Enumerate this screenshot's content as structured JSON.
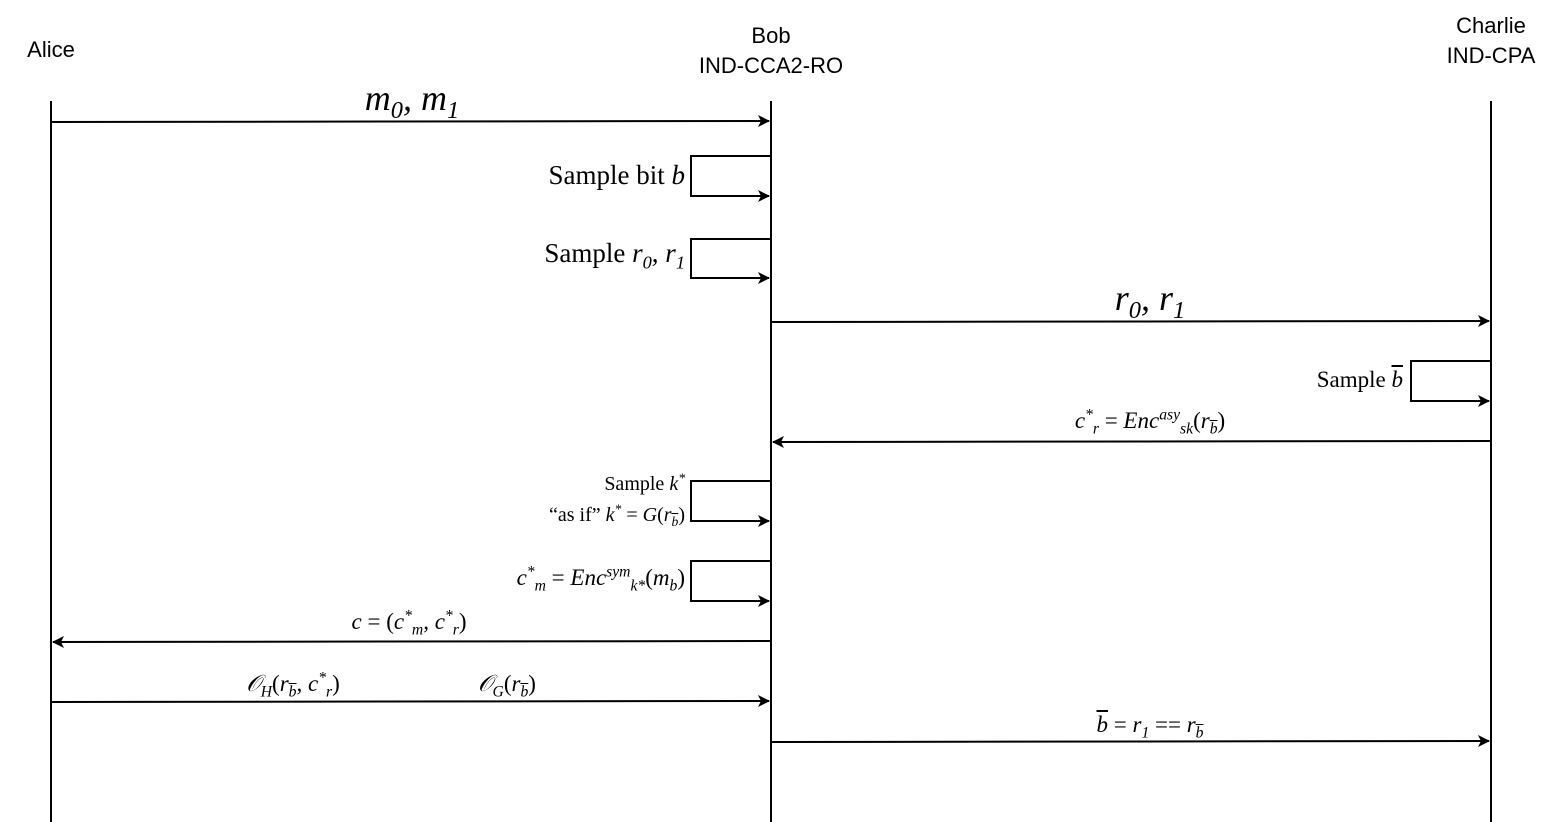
{
  "participants": {
    "alice": {
      "name": "Alice",
      "role": ""
    },
    "bob": {
      "name": "Bob",
      "role": "IND-CCA2-RO"
    },
    "charlie": {
      "name": "Charlie",
      "role": "IND-CPA"
    }
  },
  "messages": {
    "m_send": "m0, m1",
    "bob_sample_bit": "Sample bit b",
    "bob_sample_r": "Sample r0, r1",
    "r_send": "r0, r1",
    "charlie_sample": "Sample b̄",
    "cr_return": "c*r = Enc_sk^asy(r_b̄)",
    "bob_sample_k_1": "Sample k*",
    "bob_sample_k_2": "“as if” k* = G(r_b̄)",
    "cm_enc": "c*m = Enc_k*^sym(m_b)",
    "c_return": "c = (c*m, c*r)",
    "oracle_h": "O_H(r_b̄, c*r)",
    "oracle_g": "O_G(r_b̄)",
    "b_result": "b̄ = r1 == r_b̄"
  },
  "colors": {
    "stroke": "#000000",
    "background": "#ffffff"
  }
}
